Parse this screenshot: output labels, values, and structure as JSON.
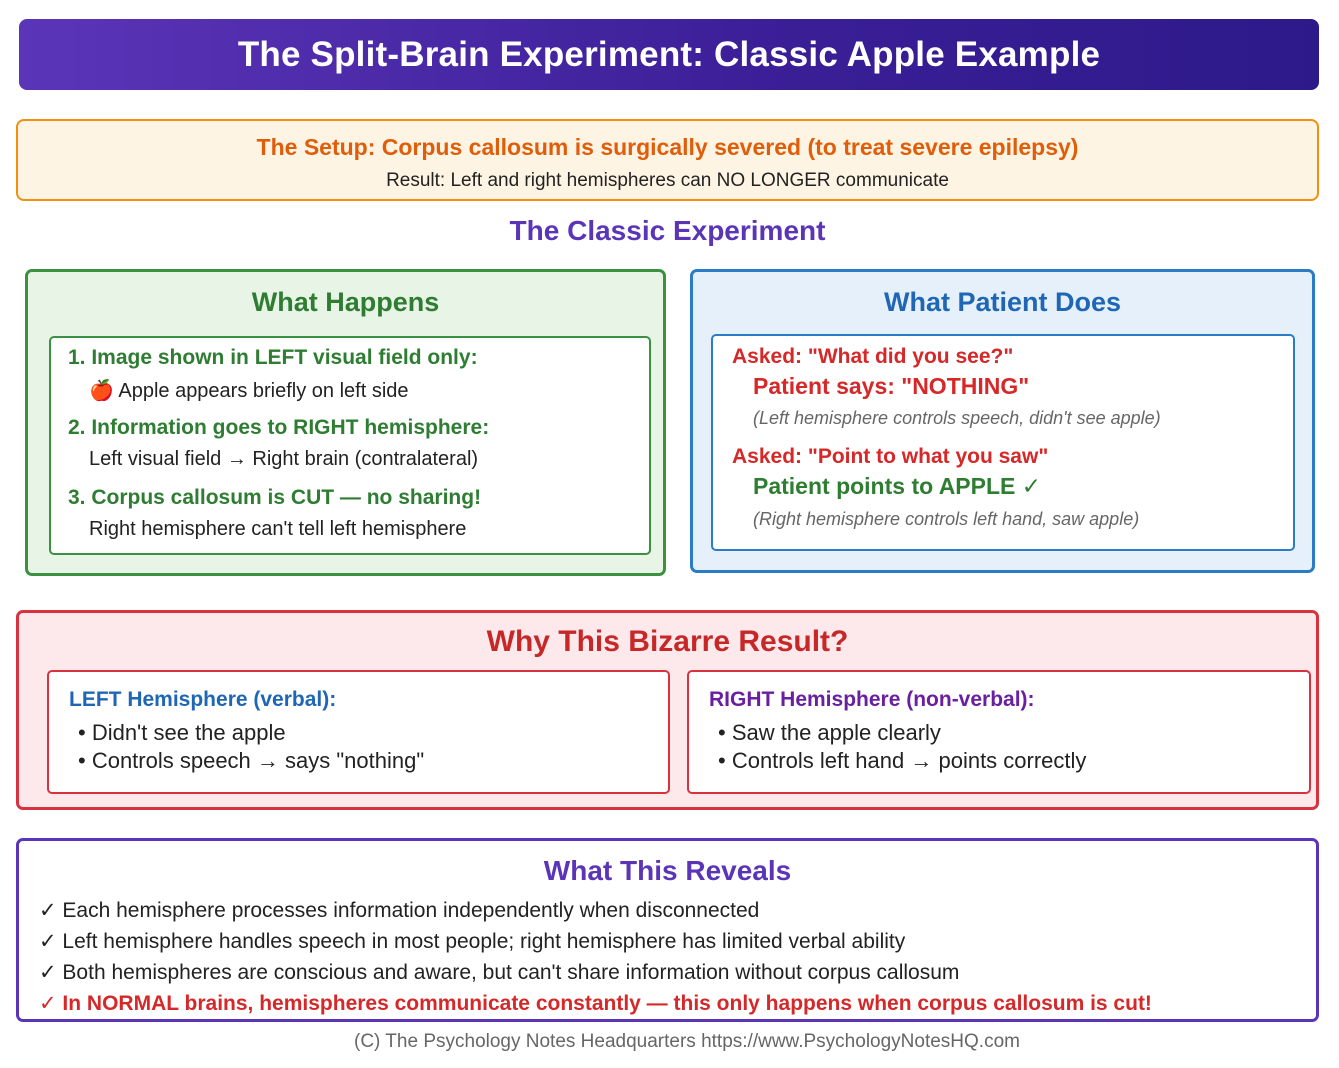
{
  "title": "The Split-Brain Experiment: Classic Apple Example",
  "setup": {
    "headline": "The Setup: Corpus callosum is surgically severed (to treat severe epilepsy)",
    "result": "Result: Left and right hemispheres can NO LONGER communicate"
  },
  "section_title": "The Classic Experiment",
  "what_happens": {
    "title": "What Happens",
    "steps": [
      {
        "label": "1. Image shown in LEFT visual field only:",
        "detail": "🍎 Apple appears briefly on left side"
      },
      {
        "label": "2. Information goes to RIGHT hemisphere:",
        "detail": "Left visual field → Right brain (contralateral)"
      },
      {
        "label": "3. Corpus callosum is CUT — no sharing!",
        "detail": "Right hemisphere can't tell left hemisphere"
      }
    ]
  },
  "patient_does": {
    "title": "What Patient Does",
    "trials": [
      {
        "ask": "Asked: \"What did you see?\"",
        "response": "Patient says: \"NOTHING\"",
        "note": "(Left hemisphere controls speech, didn't see apple)"
      },
      {
        "ask": "Asked: \"Point to what you saw\"",
        "response": "Patient points to APPLE ✓",
        "note": "(Right hemisphere controls left hand, saw apple)"
      }
    ]
  },
  "why": {
    "title": "Why This Bizarre Result?",
    "left": {
      "heading": "LEFT Hemisphere (verbal):",
      "bullets": [
        "• Didn't see the apple",
        "• Controls speech → says \"nothing\""
      ]
    },
    "right": {
      "heading": "RIGHT Hemisphere (non-verbal):",
      "bullets": [
        "• Saw the apple clearly",
        "• Controls left hand → points correctly"
      ]
    }
  },
  "reveals": {
    "title": "What This Reveals",
    "items": [
      "✓ Each hemisphere processes information independently when disconnected",
      "✓ Left hemisphere handles speech in most people; right hemisphere has limited verbal ability",
      "✓ Both hemispheres are conscious and aware, but can't share information without corpus callosum",
      "✓ In NORMAL brains, hemispheres communicate constantly — this only happens when corpus callosum is cut!"
    ]
  },
  "footer": "(C) The Psychology Notes Headquarters https://www.PsychologyNotesHQ.com",
  "colors": {
    "purple": "#5b35b8",
    "orange": "#e05d0a",
    "green": "#2e7d32",
    "blue": "#1f66b5",
    "red": "#d62828"
  }
}
